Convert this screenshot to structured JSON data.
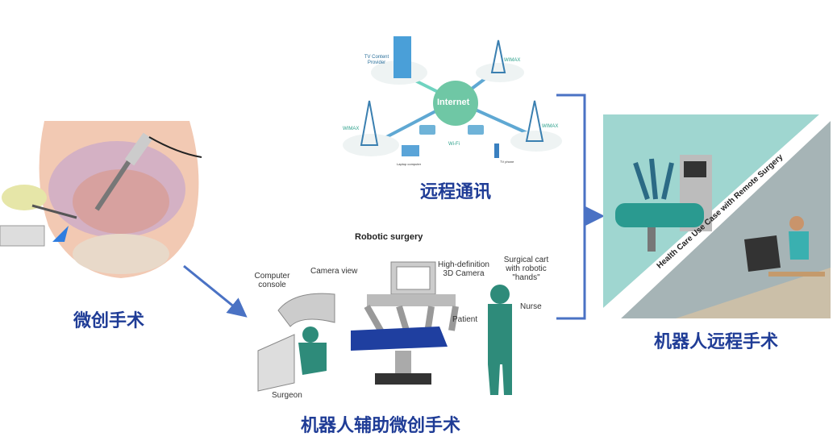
{
  "labels": {
    "minimally_invasive": "微创手术",
    "remote_communication": "远程通讯",
    "robot_assisted": "机器人辅助微创手术",
    "robot_remote": "机器人远程手术"
  },
  "network_image": {
    "center": "Internet",
    "tv_provider": "TV Content Provider",
    "wimax_labels": [
      "WIMAX",
      "WIMAX",
      "WIMAX"
    ],
    "wifi": "Wi-Fi",
    "laptop": "Laptop computer",
    "phone": "TV phone"
  },
  "robotic_image": {
    "title": "Robotic surgery",
    "computer_console": "Computer console",
    "camera_view": "Camera view",
    "camera": "High-definition 3D Camera",
    "cart": "Surgical cart with robotic \"hands\"",
    "patient": "Patient",
    "nurse": "Nurse",
    "surgeon": "Surgeon"
  },
  "remote_image": {
    "banner": "Health Care Use Case with Remote Surgery"
  },
  "colors": {
    "label": "#1f3c96",
    "arrow": "#4a72c4",
    "teal": "#2e8b7a"
  }
}
